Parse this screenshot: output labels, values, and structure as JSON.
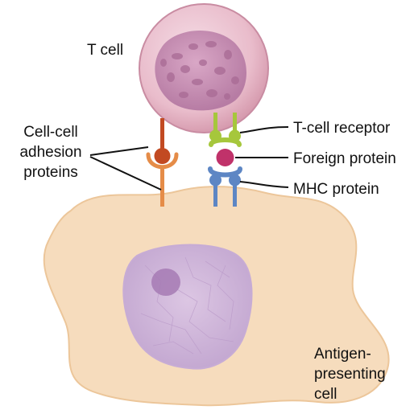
{
  "labels": {
    "t_cell": "T cell",
    "adhesion": [
      "Cell-cell",
      "adhesion",
      "proteins"
    ],
    "tcr": "T-cell receptor",
    "foreign": "Foreign protein",
    "mhc": "MHC protein",
    "apc": [
      "Antigen-",
      "presenting",
      "cell"
    ]
  },
  "colors": {
    "t_cell_fill": "#e9bccb",
    "t_cell_nucleus": "#c48bb0",
    "apc_fill": "#f6dcbd",
    "apc_nucleus": "#cdb3d7",
    "nucleolus": "#a67ab4",
    "adhesion_dark": "#c24a22",
    "adhesion_light": "#e58c48",
    "tcr": "#a6c73c",
    "antigen": "#c0326a",
    "mhc": "#5d86c4"
  }
}
